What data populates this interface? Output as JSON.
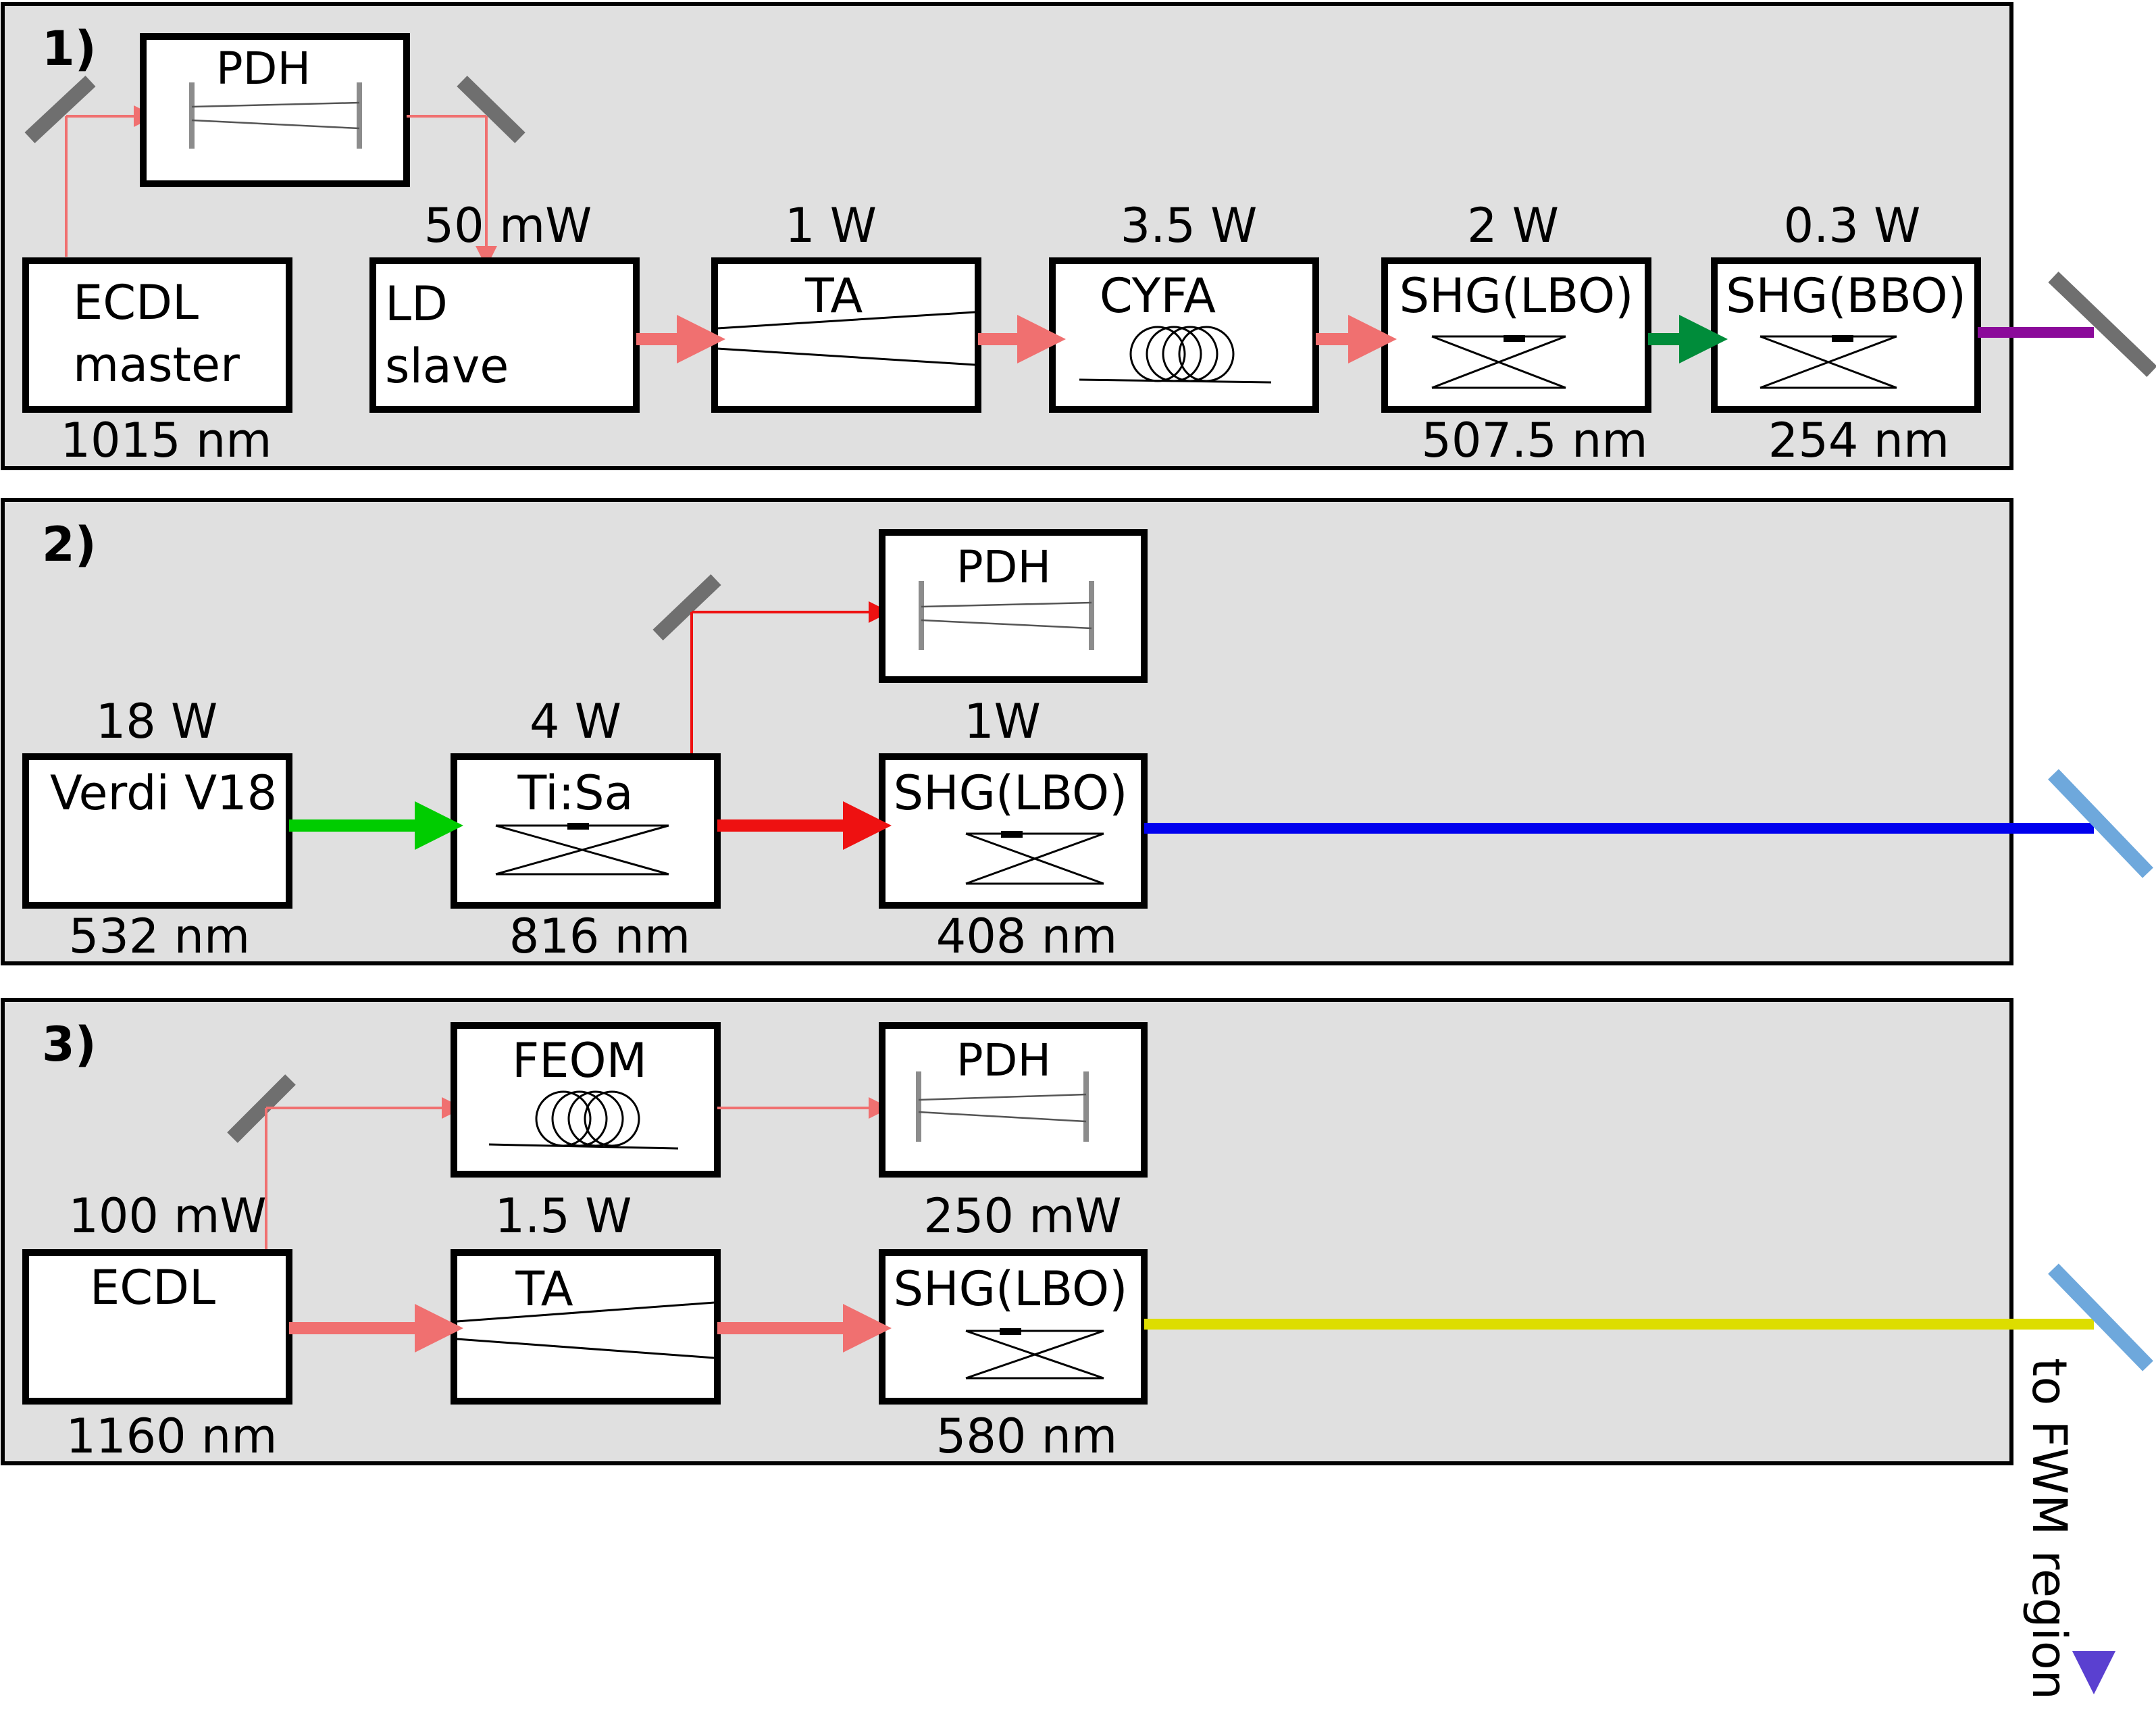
{
  "colors": {
    "panel_bg": "#e0e0e0",
    "ir_1015": "#f07070",
    "ir_1160": "#f07070",
    "green_507": "#008c3a",
    "uv_254": "#8b0a9a",
    "green_532": "#00cc00",
    "red_816": "#ee1111",
    "blue_408": "#0000ee",
    "yellow_580": "#dddd00",
    "combined": "#5a22d8"
  },
  "sections": [
    {
      "label": "1)",
      "components": {
        "pdh": "PDH",
        "ecdl_line1": "ECDL",
        "ecdl_line2": "master",
        "ld_line1": "LD",
        "ld_line2": "slave",
        "ta": "TA",
        "cyfa": "CYFA",
        "shg_lbo": "SHG(LBO)",
        "shg_bbo": "SHG(BBO)"
      },
      "powers": [
        "50 mW",
        "1 W",
        "3.5 W",
        "2 W",
        "0.3 W"
      ],
      "wavelengths": [
        "1015 nm",
        "507.5 nm",
        "254 nm"
      ]
    },
    {
      "label": "2)",
      "components": {
        "pdh": "PDH",
        "verdi": "Verdi V18",
        "tisa": "Ti:Sa",
        "shg_lbo": "SHG(LBO)"
      },
      "powers": [
        "18 W",
        "4 W",
        "1W"
      ],
      "wavelengths": [
        "532 nm",
        "816 nm",
        "408 nm"
      ]
    },
    {
      "label": "3)",
      "components": {
        "feom": "FEOM",
        "pdh": "PDH",
        "ecdl": "ECDL",
        "ta": "TA",
        "shg_lbo": "SHG(LBO)"
      },
      "powers": [
        "100 mW",
        "1.5 W",
        "250 mW"
      ],
      "wavelengths": [
        "1160 nm",
        "580 nm"
      ]
    }
  ],
  "output_label": "to FWM region"
}
